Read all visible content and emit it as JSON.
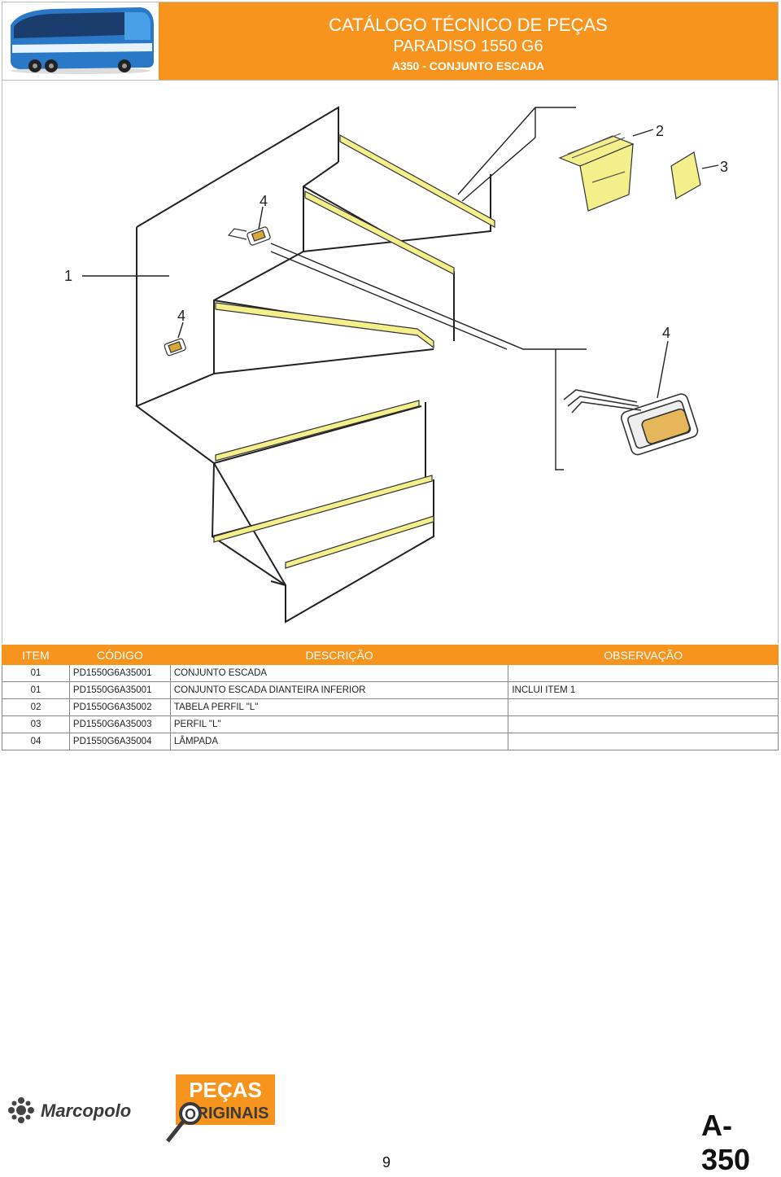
{
  "header": {
    "title": "CATÁLOGO TÉCNICO DE PEÇAS",
    "model": "PARADISO 1550 G6",
    "section": "A350 - CONJUNTO ESCADA"
  },
  "callouts": {
    "c1": "1",
    "c2": "2",
    "c3": "3",
    "c4a": "4",
    "c4b": "4",
    "c4c": "4"
  },
  "table": {
    "headers": {
      "item": "ITEM",
      "code": "CÓDIGO",
      "desc": "DESCRIÇÃO",
      "obs": "OBSERVAÇÃO"
    },
    "rows": [
      {
        "item": "01",
        "code": "PD1550G6A35001",
        "desc": "CONJUNTO ESCADA",
        "obs": ""
      },
      {
        "item": "01",
        "code": "PD1550G6A35001",
        "desc": "CONJUNTO ESCADA DIANTEIRA INFERIOR",
        "obs": "INCLUI ITEM 1"
      },
      {
        "item": "02",
        "code": "PD1550G6A35002",
        "desc": "TABELA PERFIL \"L\"",
        "obs": ""
      },
      {
        "item": "03",
        "code": "PD1550G6A35003",
        "desc": "PERFIL \"L\"",
        "obs": ""
      },
      {
        "item": "04",
        "code": "PD1550G6A35004",
        "desc": "LÂMPADA",
        "obs": ""
      }
    ]
  },
  "footer": {
    "brand": "Marcopolo",
    "logo_top": "PEÇAS",
    "logo_bottom": "RIGINAIS",
    "logo_o": "O",
    "sheet_code": "A-350",
    "page_number": "9"
  },
  "colors": {
    "accent": "#f7941d",
    "part_yellow": "#f3ef8a"
  }
}
